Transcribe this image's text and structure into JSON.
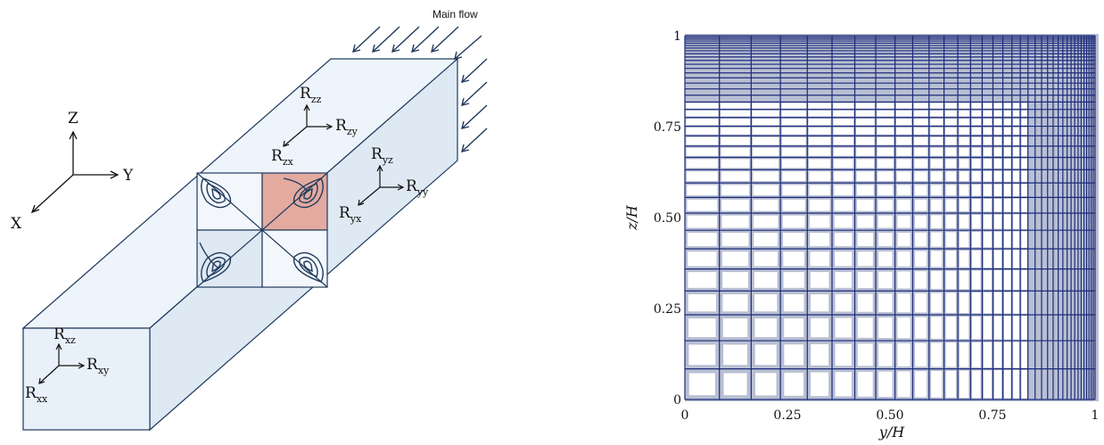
{
  "duct": {
    "flow_label": "Main flow",
    "axes": {
      "x": "X",
      "y": "Y",
      "z": "Z"
    },
    "tensor_components": {
      "front": [
        {
          "base": "R",
          "sub": "xz"
        },
        {
          "base": "R",
          "sub": "xy"
        },
        {
          "base": "R",
          "sub": "xx"
        }
      ],
      "top": [
        {
          "base": "R",
          "sub": "zz"
        },
        {
          "base": "R",
          "sub": "zy"
        },
        {
          "base": "R",
          "sub": "zx"
        }
      ],
      "side": [
        {
          "base": "R",
          "sub": "yz"
        },
        {
          "base": "R",
          "sub": "yy"
        },
        {
          "base": "R",
          "sub": "yx"
        }
      ]
    },
    "colors": {
      "outline": "#1f3a5c",
      "face_light": "#eaf2fa",
      "face_mid": "#dde9f5",
      "highlight_quadrant": "#e3aaa0"
    }
  },
  "mesh": {
    "xlabel": "y/H",
    "ylabel": "z/H",
    "xticks": [
      "0",
      "0.25",
      "0.50",
      "0.75",
      "1"
    ],
    "yticks": [
      "0",
      "0.25",
      "0.50",
      "0.75",
      "1"
    ],
    "xlim": [
      0,
      1
    ],
    "ylim": [
      0,
      1
    ],
    "grid_clustering": "refined towards y/H = 1 and z/H = 1",
    "colors": {
      "grid": "#1c2a7a",
      "shadow": "#b8bfd2"
    }
  }
}
